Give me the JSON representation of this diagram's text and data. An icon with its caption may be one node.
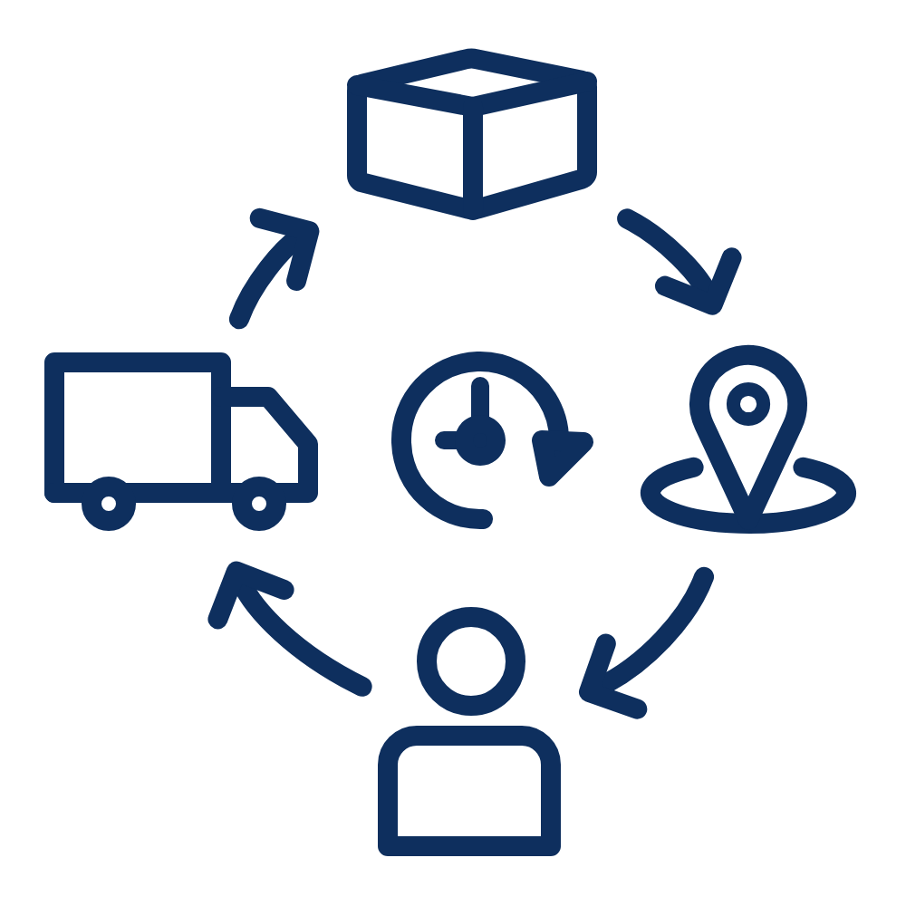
{
  "diagram": {
    "nodes": [
      {
        "text": [],
        "shape": "picture"
      },
      {
        "text": [],
        "shape": "picture"
      },
      {
        "text": [],
        "shape": "picture"
      },
      {
        "text": [],
        "shape": "picture"
      },
      {
        "text": [],
        "shape": "picture"
      }
    ],
    "edges": [
      {
        "from": 0,
        "to": 1,
        "arrow": "to"
      },
      {
        "from": 1,
        "to": 2,
        "arrow": "to"
      },
      {
        "from": 2,
        "to": 3,
        "arrow": "to"
      },
      {
        "from": 3,
        "to": 0,
        "arrow": "to"
      }
    ]
  }
}
